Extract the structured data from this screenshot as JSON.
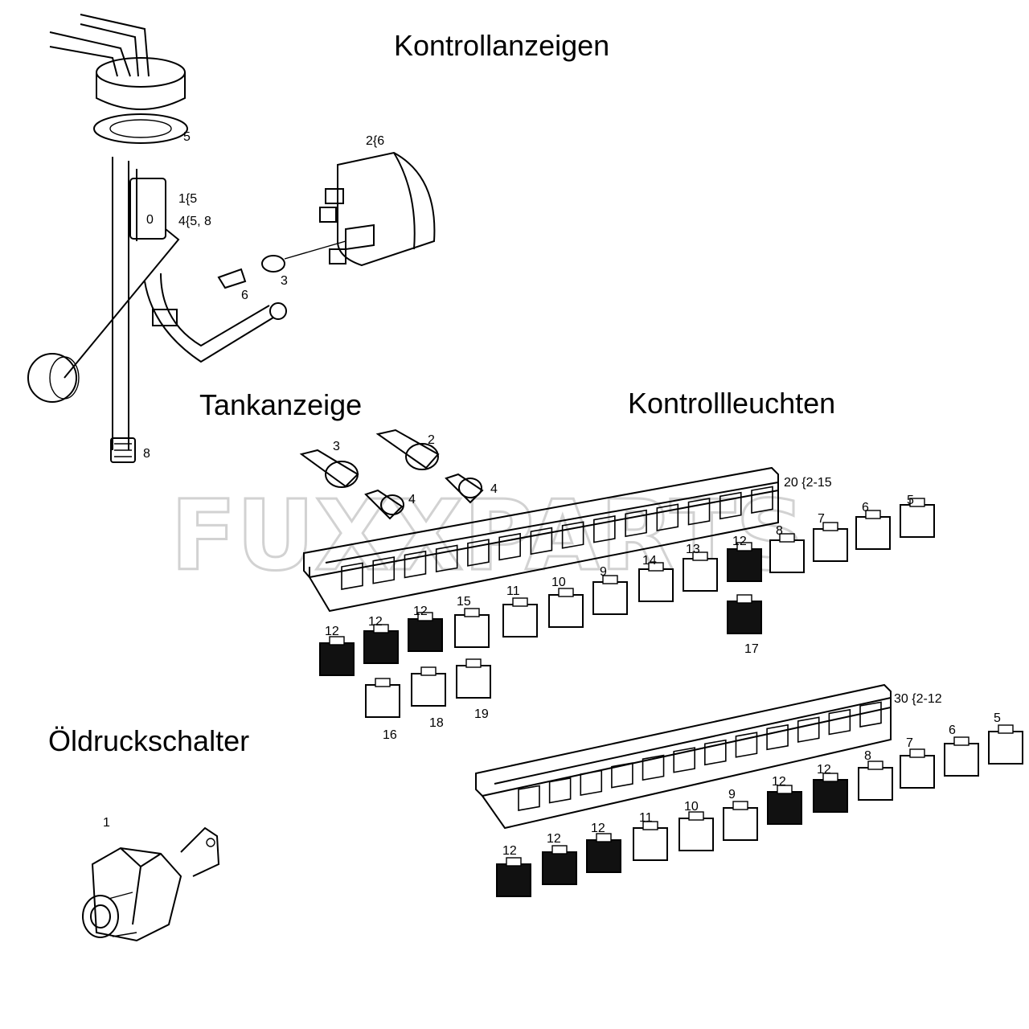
{
  "headings": {
    "kontrollanzeigen": "Kontrollanzeigen",
    "tankanzeige": "Tankanzeige",
    "kontrollleuchten": "Kontrollleuchten",
    "oeldruckschalter": "Öldruckschalter"
  },
  "watermark": "FUXXPARTS",
  "callouts": {
    "tank_5": "5",
    "tank_8": "8",
    "tank_ref1": "1{5",
    "tank_ref2": "4{5, 8",
    "gauge_ref": "2{6",
    "bulb_6": "6",
    "bulb_3": "3",
    "lamp_3": "3",
    "lamp_2": "2",
    "lamp_4a": "4",
    "lamp_4b": "4",
    "strip1_ref": "20 {2-15",
    "strip2_ref": "30 {2-12",
    "switch_1": "1"
  },
  "strip1_caps_top": [
    "8",
    "7",
    "6",
    "5"
  ],
  "strip1_caps_row": [
    "12",
    "12",
    "12",
    "15",
    "11",
    "10",
    "9",
    "14",
    "13",
    "12"
  ],
  "strip1_caps_bottom": [
    "16",
    "18",
    "19",
    "17"
  ],
  "strip2_caps_top": [
    "8",
    "7",
    "6",
    "5"
  ],
  "strip2_caps_row": [
    "12",
    "12",
    "12",
    "11",
    "10",
    "9",
    "12",
    "12"
  ]
}
